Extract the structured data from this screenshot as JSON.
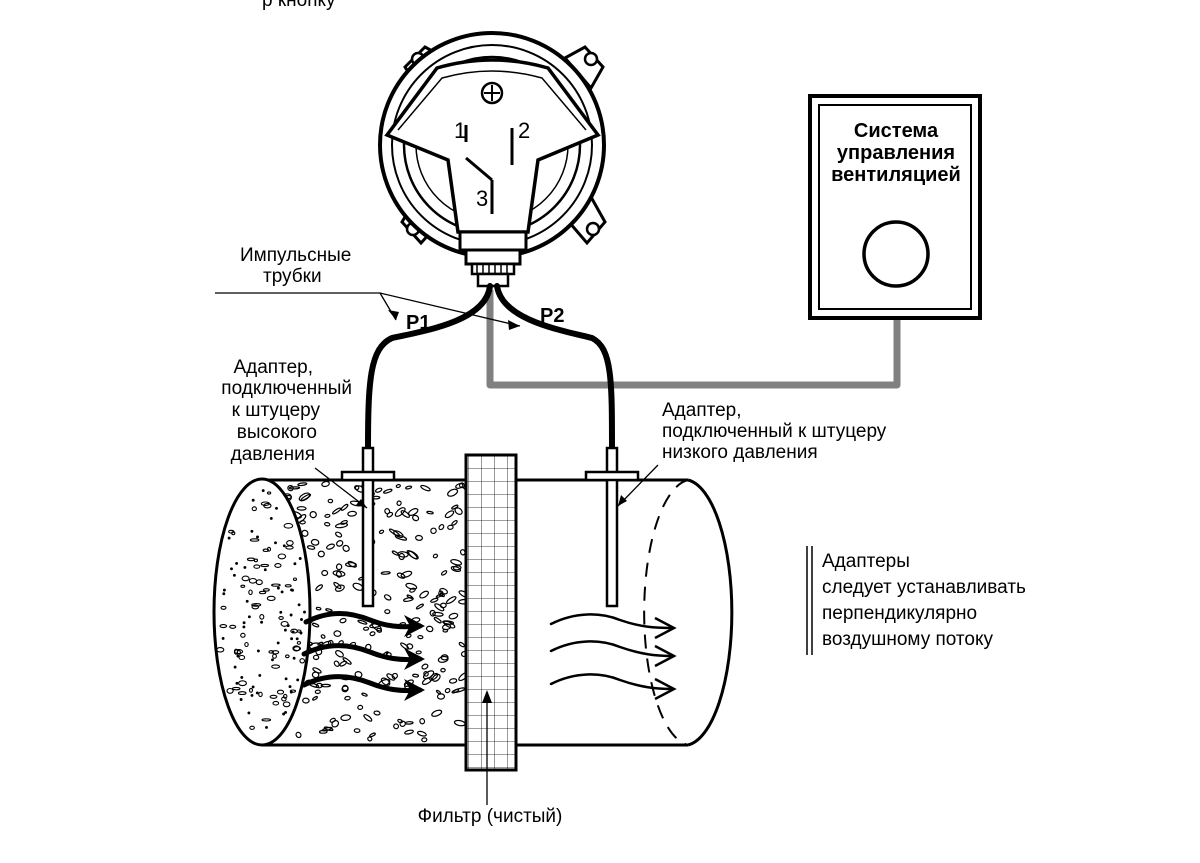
{
  "header_fragment": "р кнопку",
  "control_system": {
    "lines": [
      "Система",
      "управления",
      "вентиляцией"
    ]
  },
  "terminals": {
    "t1": "1",
    "t2": "2",
    "t3": "3"
  },
  "impulse_tubes": {
    "lines": [
      "Импульсные",
      "трубки"
    ]
  },
  "ports": {
    "p1": "P1",
    "p2": "P2"
  },
  "adapter_high": {
    "lines": [
      "Адаптер,",
      "подключенный",
      "к штуцеру",
      "высокого",
      "давления"
    ]
  },
  "adapter_low": {
    "lines": [
      "Адаптер,",
      "подключенный к штуцеру",
      "низкого давления"
    ]
  },
  "note": {
    "lines": [
      "Адаптеры",
      "следует устанавливать",
      "перпендикулярно",
      "воздушному потоку"
    ]
  },
  "filter_label": "Фильтр (чистый)",
  "colors": {
    "line": "#000000",
    "wire": "#808080",
    "background": "#ffffff"
  }
}
